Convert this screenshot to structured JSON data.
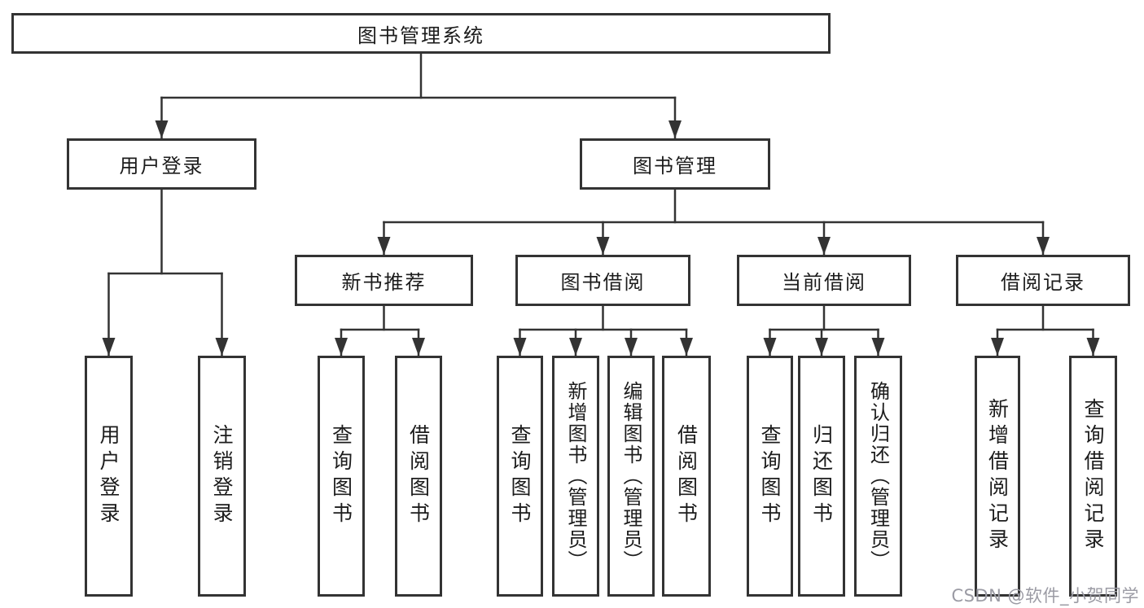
{
  "tree": {
    "label": "图书管理系统",
    "children": [
      {
        "label": "用户登录",
        "children": [
          {
            "label": "用户登录"
          },
          {
            "label": "注销登录"
          }
        ]
      },
      {
        "label": "图书管理",
        "children": [
          {
            "label": "新书推荐",
            "children": [
              {
                "label": "查询图书"
              },
              {
                "label": "借阅图书"
              }
            ]
          },
          {
            "label": "图书借阅",
            "children": [
              {
                "label": "查询图书"
              },
              {
                "label": "新增图书（管理员）"
              },
              {
                "label": "编辑图书（管理员）"
              },
              {
                "label": "借阅图书"
              }
            ]
          },
          {
            "label": "当前借阅",
            "children": [
              {
                "label": "查询图书"
              },
              {
                "label": "归还图书"
              },
              {
                "label": "确认归还（管理员）"
              }
            ]
          },
          {
            "label": "借阅记录",
            "children": [
              {
                "label": "新增借阅记录"
              },
              {
                "label": "查询借阅记录"
              }
            ]
          }
        ]
      }
    ]
  },
  "colors": {
    "line": "#333333",
    "text": "#1c1c1c",
    "watermark": "#9b9ba4"
  },
  "watermark": {
    "text": "CSDN @软件_小贺同学"
  }
}
